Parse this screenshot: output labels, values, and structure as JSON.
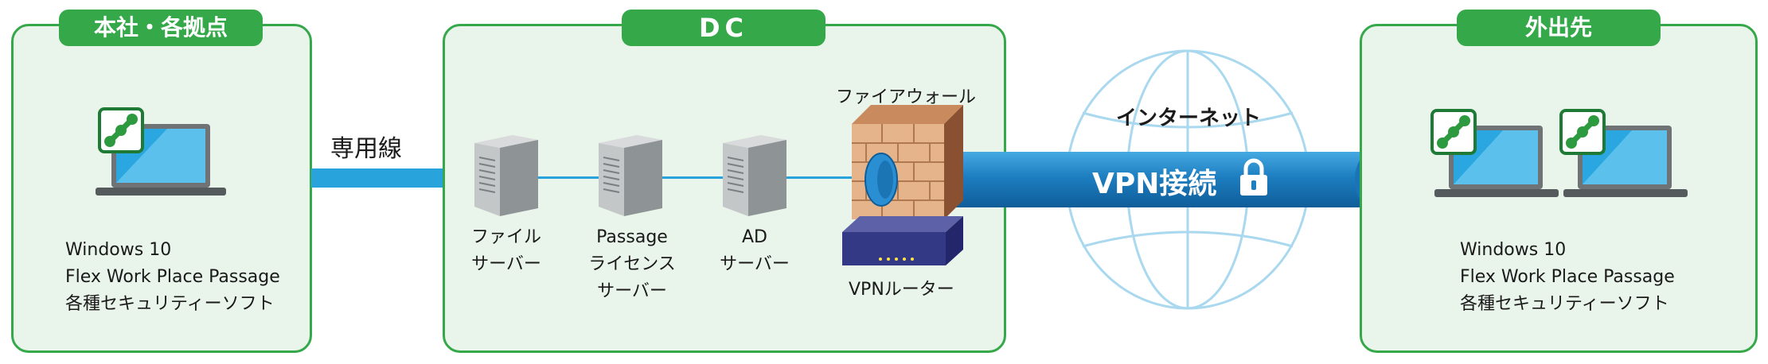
{
  "left_panel": {
    "title": "本社・各拠点",
    "info": [
      "Windows 10",
      "Flex Work Place Passage",
      "各種セキュリティーソフト"
    ]
  },
  "dedicated_line_label": "専用線",
  "dc_panel": {
    "title": "DC",
    "servers": [
      {
        "line1": "ファイル",
        "line2": "サーバー",
        "line3": ""
      },
      {
        "line1": "Passage",
        "line2": "ライセンス",
        "line3": "サーバー"
      },
      {
        "line1": "AD",
        "line2": "サーバー",
        "line3": ""
      }
    ],
    "firewall_label": "ファイアウォール",
    "router_label": "VPNルーター"
  },
  "internet_label": "インターネット",
  "vpn_label": "VPN接続",
  "right_panel": {
    "title": "外出先",
    "info": [
      "Windows 10",
      "Flex Work Place Passage",
      "各種セキュリティーソフト"
    ]
  },
  "colors": {
    "panel_border": "#35a84a",
    "panel_fill": "#e9f4ea",
    "line_blue": "#29a3db",
    "vpn_pipe": "#1f7fc1",
    "globe_line": "#a9d8ef"
  }
}
